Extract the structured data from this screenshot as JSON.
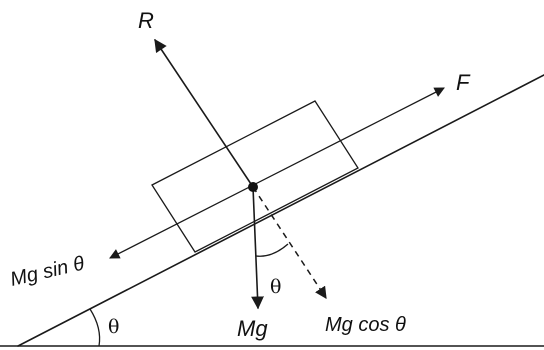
{
  "diagram": {
    "labels": {
      "normal": "R",
      "applied": "F",
      "parallel": "Mg sin θ",
      "weight": "Mg",
      "perpendicular": "Mg cos θ",
      "angle_at_body": "θ",
      "angle_at_base": "θ"
    }
  }
}
